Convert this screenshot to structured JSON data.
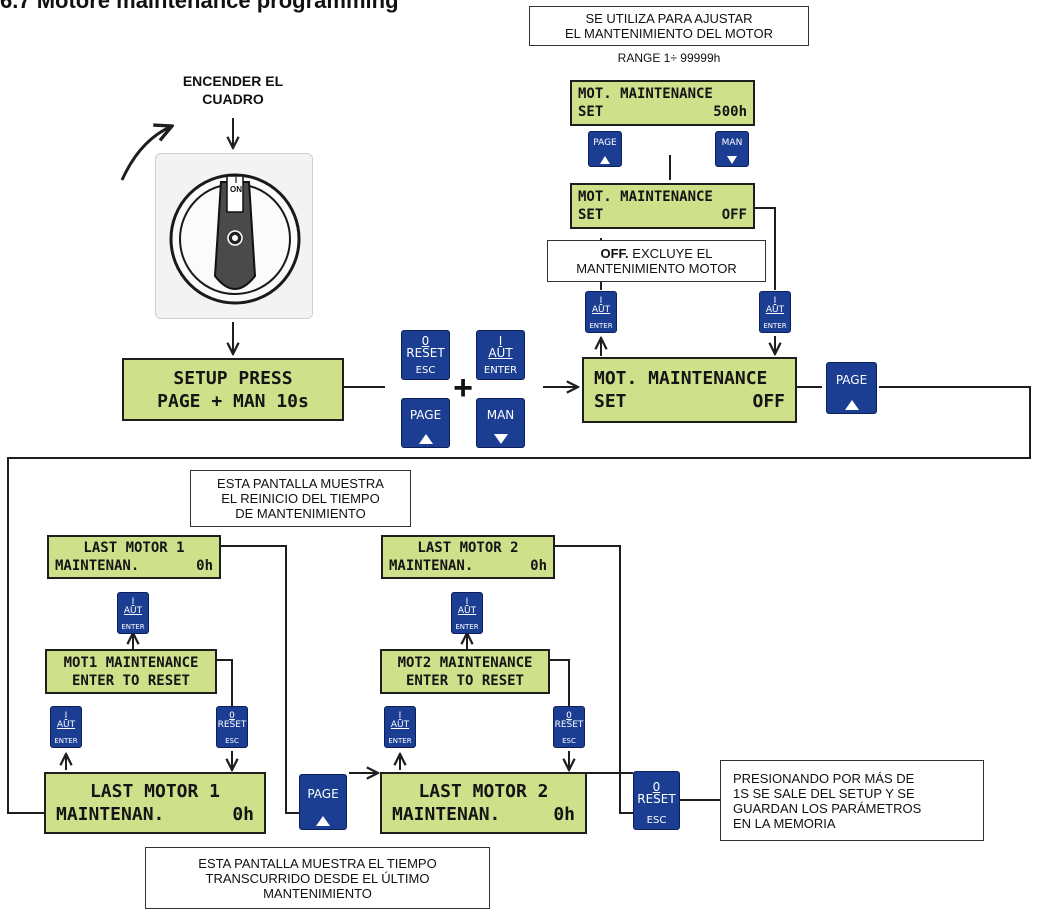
{
  "page_title": "6.7 Motore maintenance programming",
  "power_on_label": "ENCENDER EL\nCUADRO",
  "switch_on_label": {
    "line1": "I",
    "line2": "ON"
  },
  "setup_display": {
    "line1": "SETUP PRESS",
    "line2": "PAGE + MAN 10s"
  },
  "keys": {
    "esc": {
      "top": "0",
      "mid": "RESET",
      "bottom": "ESC"
    },
    "enter": {
      "top": "I",
      "mid": "AUT",
      "bottom": "ENTER"
    },
    "page": {
      "top": "PAGE"
    },
    "man": {
      "top": "MAN"
    }
  },
  "plus_sign": "+",
  "adjust_note": {
    "line1": "SE UTILIZA PARA AJUSTAR",
    "line2": "EL MANTENIMIENTO DEL MOTOR"
  },
  "range_label": "RANGE 1÷ 99999h",
  "mot_set_500": {
    "line1_left": "MOT. MAINTENANCE",
    "line2_left": "SET",
    "line2_right": "500h"
  },
  "mot_set_off": {
    "line1_left": "MOT. MAINTENANCE",
    "line2_left": "SET",
    "line2_right": "OFF"
  },
  "off_note": {
    "bold": "OFF.",
    "rest": " EXCLUYE EL",
    "line2": "MANTENIMIENTO MOTOR"
  },
  "main_display": {
    "line1_left": "MOT. MAINTENANCE",
    "line2_left": "SET",
    "line2_right": "OFF"
  },
  "reset_note": {
    "line1": "ESTA PANTALLA MUESTRA",
    "line2": "EL REINICIO DEL TIEMPO",
    "line3": "DE MANTENIMIENTO"
  },
  "motor1": {
    "last_small": {
      "line1": "LAST MOTOR 1",
      "line2_left": "MAINTENAN.",
      "line2_right": "0h"
    },
    "enter_reset": {
      "line1": "MOT1 MAINTENANCE",
      "line2": "ENTER TO RESET"
    },
    "last_large": {
      "line1": "LAST MOTOR 1",
      "line2_left": "MAINTENAN.",
      "line2_right": "0h"
    }
  },
  "motor2": {
    "last_small": {
      "line1": "LAST MOTOR 2",
      "line2_left": "MAINTENAN.",
      "line2_right": "0h"
    },
    "enter_reset": {
      "line1": "MOT2 MAINTENANCE",
      "line2": "ENTER TO RESET"
    },
    "last_large": {
      "line1": "LAST MOTOR 2",
      "line2_left": "MAINTENAN.",
      "line2_right": "0h"
    }
  },
  "elapsed_note": {
    "line1": "ESTA PANTALLA MUESTRA EL TIEMPO",
    "line2": "TRANSCURRIDO DESDE EL ÚLTIMO",
    "line3": "MANTENIMIENTO"
  },
  "exit_note": {
    "line1": "PRESIONANDO POR MÁS DE",
    "line2": "1S SE SALE DEL SETUP Y SE",
    "line3": "GUARDAN LOS PARÁMETROS",
    "line4": "EN LA MEMORIA"
  },
  "colors": {
    "lcd": "#cfe08b",
    "key": "#1b3e93",
    "line": "#1e1e1e"
  }
}
